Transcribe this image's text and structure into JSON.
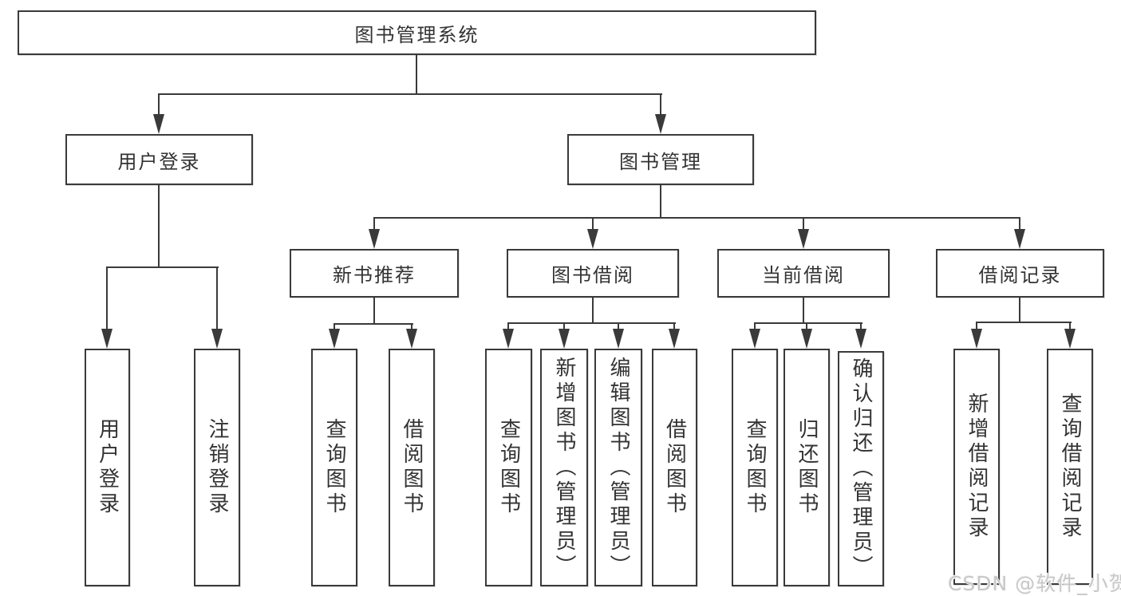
{
  "tree": {
    "label": "图书管理系统",
    "children": [
      {
        "label": "用户登录",
        "children": [
          {
            "label": "用户登录"
          },
          {
            "label": "注销登录"
          }
        ]
      },
      {
        "label": "图书管理",
        "children": [
          {
            "label": "新书推荐",
            "children": [
              {
                "label": "查询图书"
              },
              {
                "label": "借阅图书"
              }
            ]
          },
          {
            "label": "图书借阅",
            "children": [
              {
                "label": "查询图书"
              },
              {
                "label": "新增图书（管理员）"
              },
              {
                "label": "编辑图书（管理员）"
              },
              {
                "label": "借阅图书"
              }
            ]
          },
          {
            "label": "当前借阅",
            "children": [
              {
                "label": "查询图书"
              },
              {
                "label": "归还图书"
              },
              {
                "label": "确认归还（管理员）"
              }
            ]
          },
          {
            "label": "借阅记录",
            "children": [
              {
                "label": "新增借阅记录"
              },
              {
                "label": "查询借阅记录"
              }
            ]
          }
        ]
      }
    ]
  },
  "watermark": {
    "text": "CSDN @软件_小贺同学"
  },
  "colors": {
    "line": "#3a3a3a",
    "text": "#333333",
    "background": "#ffffff",
    "watermark": "#c8c8c8"
  }
}
